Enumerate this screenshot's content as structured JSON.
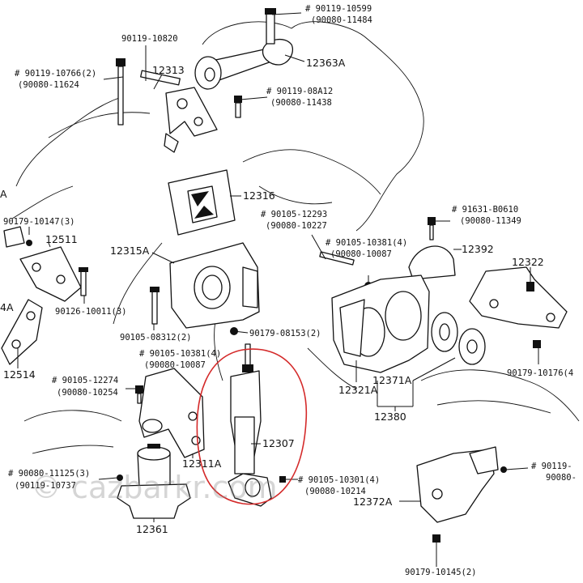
{
  "labels": {
    "l01": "90119-10599",
    "l02": "(90080-11484",
    "l03": "90119-10820",
    "l04": "90119-10766(2)",
    "l05": "(90080-11624",
    "l06": "12313",
    "l07": "12363A",
    "l08": "90119-08A12",
    "l09": "(90080-11438",
    "l10": "12316",
    "l11": "A",
    "l12": "90179-10147(3)",
    "l13": "12511",
    "l14": "90105-12293",
    "l15": "(90080-10227",
    "l16": "91631-B0610",
    "l17": "(90080-11349",
    "l18": "90105-10381(4)",
    "l19": "(90080-10087",
    "l20": "12392",
    "l21": "12315A",
    "l22": "12322",
    "l23": "90126-10011(3)",
    "l24": "4A",
    "l25": "90105-08312(2)",
    "l26": "90179-08153(2)",
    "l27": "90105-10381(4)",
    "l28": "(90080-10087",
    "l29": "12514",
    "l30": "12321A",
    "l31": "12371A",
    "l32": "90179-10176(4",
    "l33": "90105-12274",
    "l34": "(90080-10254",
    "l35": "12380",
    "l36": "12307",
    "l37": "12311A",
    "l38": "90080-11125(3)",
    "l39": "(90119-10737",
    "l40": "90105-10301(4)",
    "l41": "(90080-10214",
    "l42": "90119-",
    "l43": "90080-",
    "l44": "12372A",
    "l45": "12361",
    "l46": "90179-10145(2)"
  },
  "watermark": "© cazbarkr.com",
  "highlight_color": "#d42a2a"
}
